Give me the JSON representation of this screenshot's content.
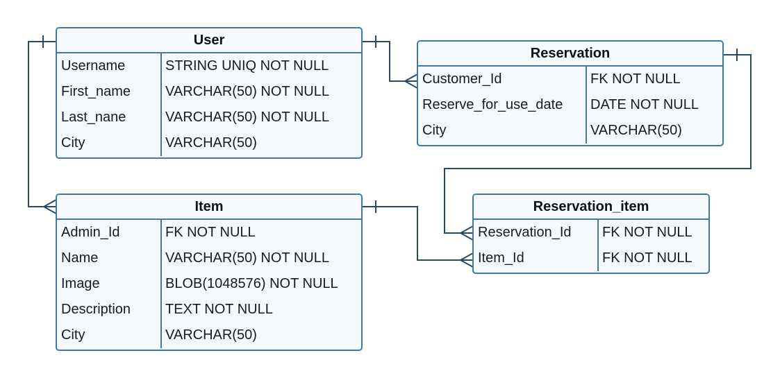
{
  "colors": {
    "stroke": "#3f79a4",
    "connector": "#284a66",
    "fill": "#eef5fc"
  },
  "entities": {
    "user": {
      "title": "User",
      "rows": [
        {
          "name": "Username",
          "type": "STRING UNIQ NOT NULL"
        },
        {
          "name": "First_name",
          "type": "VARCHAR(50) NOT NULL"
        },
        {
          "name": "Last_nane",
          "type": "VARCHAR(50) NOT NULL"
        },
        {
          "name": "City",
          "type": "VARCHAR(50)"
        }
      ]
    },
    "reservation": {
      "title": "Reservation",
      "rows": [
        {
          "name": "Customer_Id",
          "type": "FK NOT NULL"
        },
        {
          "name": "Reserve_for_use_date",
          "type": "DATE NOT NULL"
        },
        {
          "name": "City",
          "type": "VARCHAR(50)"
        }
      ]
    },
    "item": {
      "title": "Item",
      "rows": [
        {
          "name": "Admin_Id",
          "type": "FK NOT NULL"
        },
        {
          "name": "Name",
          "type": "VARCHAR(50) NOT NULL"
        },
        {
          "name": "Image",
          "type": "BLOB(1048576) NOT NULL"
        },
        {
          "name": "Description",
          "type": "TEXT NOT NULL"
        },
        {
          "name": "City",
          "type": "VARCHAR(50)"
        }
      ]
    },
    "reservation_item": {
      "title": "Reservation_item",
      "rows": [
        {
          "name": "Reservation_Id",
          "type": "FK NOT NULL"
        },
        {
          "name": "Item_Id",
          "type": "FK NOT NULL"
        }
      ]
    }
  }
}
